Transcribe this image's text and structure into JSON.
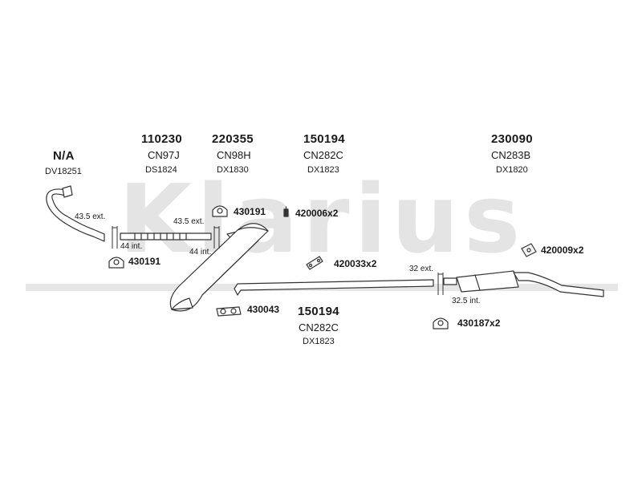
{
  "watermark": {
    "text": "Klarius"
  },
  "colors": {
    "outline": "#333333",
    "watermark": "#e4e4e4",
    "pipe_fill": "#ffffff",
    "part_fill": "#f4f4f4"
  },
  "columns": [
    {
      "number": "N/A",
      "codes": [
        "DV18251"
      ]
    },
    {
      "number": "110230",
      "codes": [
        "CN97J",
        "DS1824"
      ]
    },
    {
      "number": "220355",
      "codes": [
        "CN98H",
        "DX1830"
      ]
    },
    {
      "number": "150194",
      "codes": [
        "CN282C",
        "DX1823"
      ]
    },
    {
      "number": "230090",
      "codes": [
        "CN283B",
        "DX1820"
      ]
    }
  ],
  "center_label": {
    "number": "150194",
    "codes": [
      "CN282C",
      "DX1823"
    ]
  },
  "dimensions": {
    "d1_ext": "43.5 ext.",
    "d1_int": "44 int.",
    "d2_ext": "43.5 ext.",
    "d2_int": "44 int.",
    "d3_ext": "32 ext.",
    "d3_int": "32.5 int."
  },
  "fittings": {
    "clamp_a": "430191",
    "clamp_b": "430191",
    "bolt": "420006x2",
    "rubber_a": "420033x2",
    "gasket": "430043",
    "rubber_b": "420009x2",
    "clamp_c": "430187x2"
  },
  "icons": [
    "clamp-icon",
    "bolt-icon",
    "rubber-mount-icon",
    "gasket-icon"
  ]
}
